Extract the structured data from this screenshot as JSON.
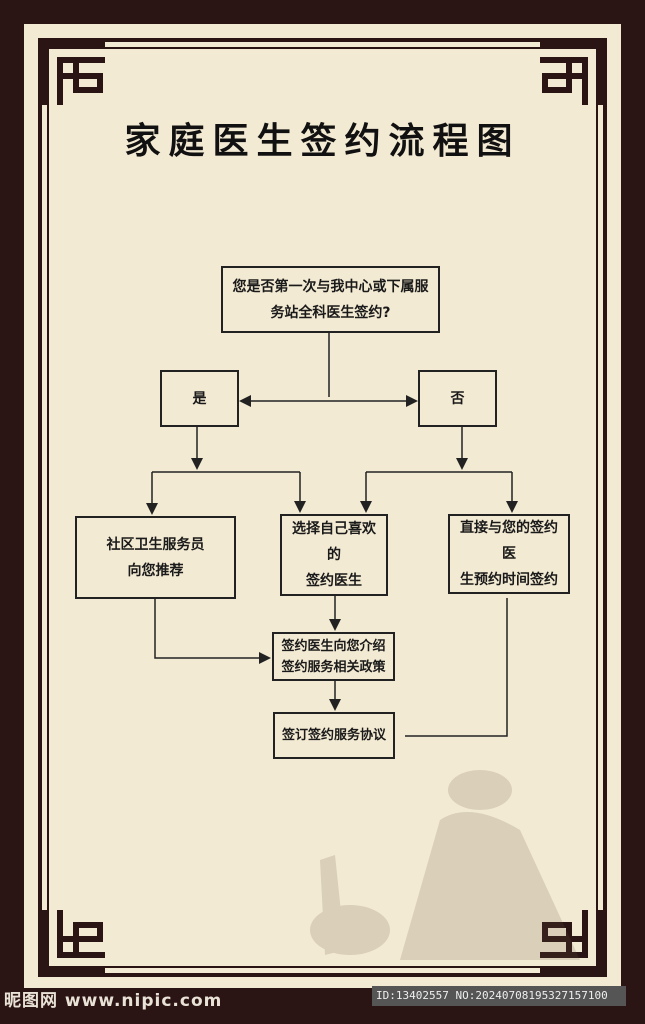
{
  "title": "家庭医生签约流程图",
  "nodes": {
    "question": [
      "您是否第一次与我中心或下属服",
      "务站全科医生签约?"
    ],
    "yes": "是",
    "no": "否",
    "recommend": [
      "社区卫生服务员",
      "向您推荐"
    ],
    "choose": [
      "选择自己喜欢的",
      "签约医生"
    ],
    "direct": [
      "直接与您的签约医",
      "生预约时间签约"
    ],
    "introduce": [
      "签约医生向您介绍",
      "签约服务相关政策"
    ],
    "sign": "签订签约服务协议"
  },
  "watermark": {
    "left": "昵图网 www.nipic.com",
    "right": "ID:13402557 NO:20240708195327157100"
  },
  "colors": {
    "frame": "#2b1414",
    "panel": "#f3ead3",
    "line": "#222222"
  }
}
